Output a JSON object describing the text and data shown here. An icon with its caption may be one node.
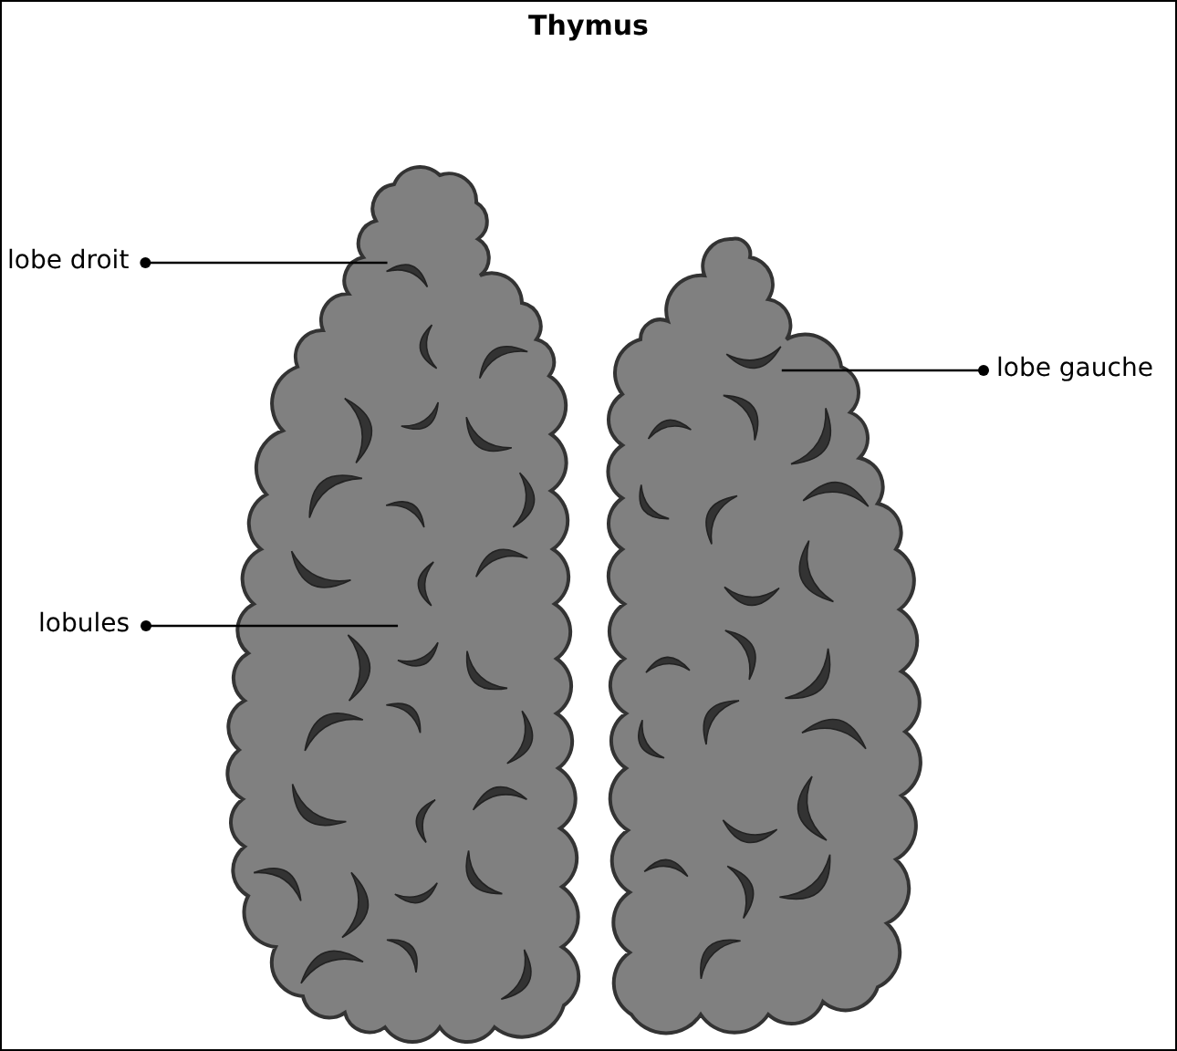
{
  "diagram": {
    "title": "Thymus",
    "nodes": [
      {
        "text": [
          "lobe droit"
        ]
      },
      {
        "text": [
          "lobe gauche"
        ]
      },
      {
        "text": [
          "lobules"
        ]
      },
      {
        "text": [],
        "shape": "picture"
      },
      {
        "text": [],
        "shape": "picture"
      }
    ],
    "edges": [
      {
        "from": 0,
        "to": 3,
        "arrow": "other"
      },
      {
        "from": 1,
        "to": 4,
        "arrow": "other"
      },
      {
        "from": 2,
        "to": 3,
        "arrow": "other"
      }
    ]
  }
}
